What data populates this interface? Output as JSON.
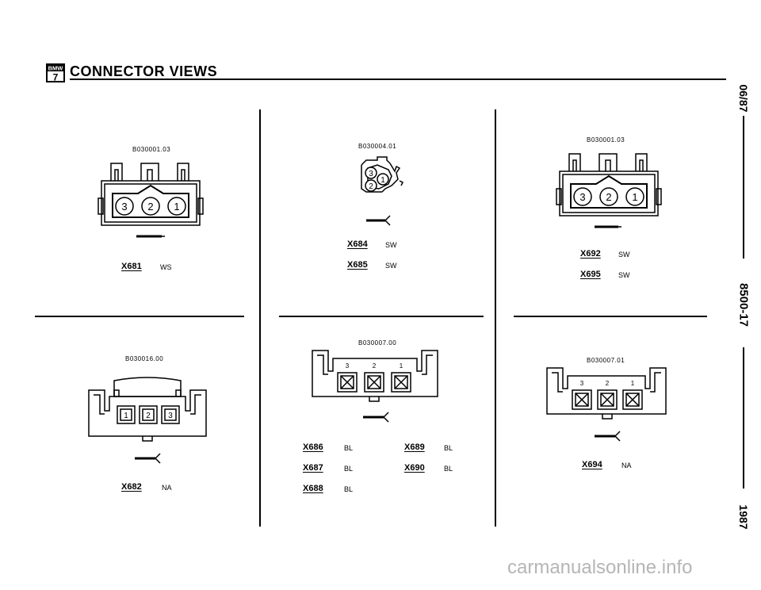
{
  "header": {
    "logo_top": "BMW",
    "logo_bottom": "7",
    "title": "CONNECTOR VIEWS"
  },
  "side_margin": {
    "top": "06/87",
    "middle": "8500-17",
    "bottom": "1987"
  },
  "panels": [
    {
      "code": "B030001.03",
      "pins": [
        "3",
        "2",
        "1"
      ],
      "connectors": [
        {
          "id": "X681",
          "color": "WS"
        }
      ]
    },
    {
      "code": "B030004.01",
      "pins": [
        "3",
        "1",
        "2"
      ],
      "connectors": [
        {
          "id": "X684",
          "color": "SW"
        },
        {
          "id": "X685",
          "color": "SW"
        }
      ]
    },
    {
      "code": "B030001.03",
      "pins": [
        "3",
        "2",
        "1"
      ],
      "connectors": [
        {
          "id": "X692",
          "color": "SW"
        },
        {
          "id": "X695",
          "color": "SW"
        }
      ]
    },
    {
      "code": "B030016.00",
      "pins": [
        "1",
        "2",
        "3"
      ],
      "connectors": [
        {
          "id": "X682",
          "color": "NA"
        }
      ]
    },
    {
      "code": "B030007.00",
      "pins": [
        "3",
        "2",
        "1"
      ],
      "connectors": [
        {
          "id": "X686",
          "color": "BL"
        },
        {
          "id": "X687",
          "color": "BL"
        },
        {
          "id": "X688",
          "color": "BL"
        },
        {
          "id": "X689",
          "color": "BL"
        },
        {
          "id": "X690",
          "color": "BL"
        }
      ]
    },
    {
      "code": "B030007.01",
      "pins": [
        "3",
        "2",
        "1"
      ],
      "connectors": [
        {
          "id": "X694",
          "color": "NA"
        }
      ]
    }
  ],
  "watermark": "carmanualsonline.info"
}
